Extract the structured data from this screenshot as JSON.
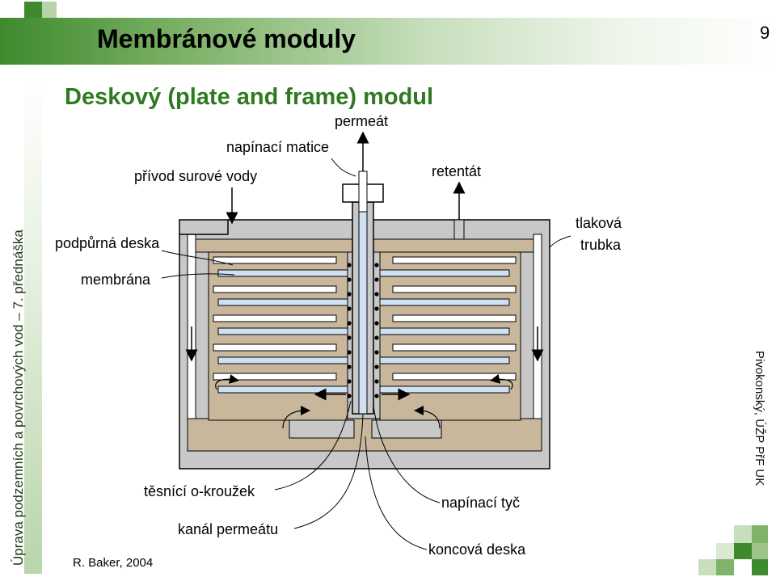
{
  "header": {
    "title": "Membránové moduly",
    "page_number": "9"
  },
  "subtitle": "Deskový (plate and frame) modul",
  "side_text_left": "Úprava podzemních a povrchových vod – 7. přednáška",
  "side_text_right": "Pivokonský, ÚŽP PřF UK",
  "credit": "R. Baker, 2004",
  "diagram": {
    "labels": {
      "permeate": "permeát",
      "tension_nut": "napínací matice",
      "raw_water_inlet": "přívod surové vody",
      "retentate": "retentát",
      "pressure_tube_1": "tlaková",
      "pressure_tube_2": "trubka",
      "support_plate": "podpůrná deska",
      "membrane": "membrána",
      "o_ring": "těsnící o-kroužek",
      "tension_rod": "napínací tyč",
      "permeate_channel": "kanál permeátu",
      "end_plate": "koncová deska"
    },
    "colors": {
      "housing": "#c8c8c8",
      "support_plate": "#c9b79c",
      "membrane_channel": "#cfe0f2",
      "tube": "#ffffff",
      "outline": "#000000",
      "accent_green": "#2f7a20"
    }
  }
}
